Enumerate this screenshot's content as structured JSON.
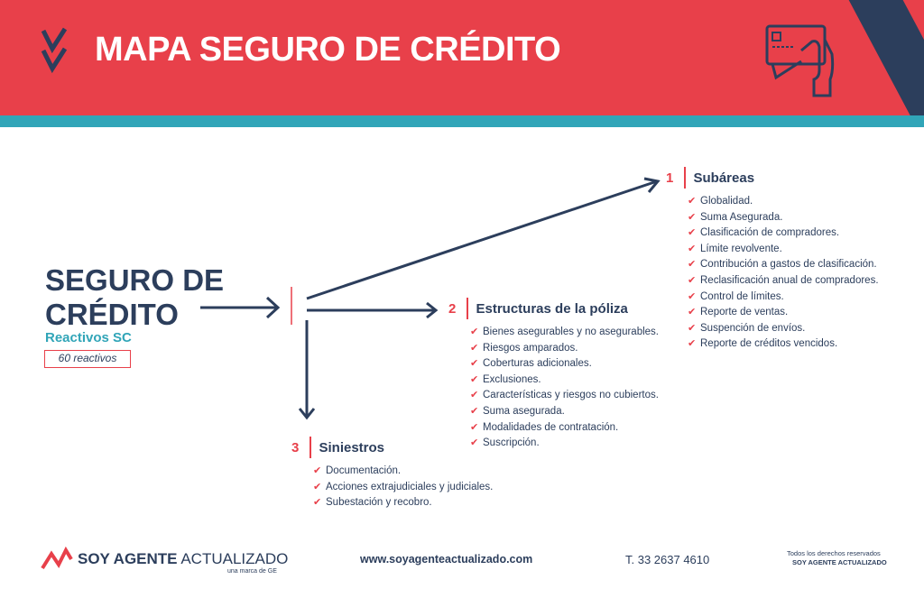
{
  "header": {
    "title": "MAPA SEGURO DE CRÉDITO"
  },
  "main": {
    "title_line1": "SEGURO DE",
    "title_line2": "CRÉDITO",
    "subtitle": "Reactivos  SC",
    "badge": "60 reactivos"
  },
  "sections": [
    {
      "number": "1",
      "title": "Subáreas",
      "items": [
        "Globalidad.",
        "Suma Asegurada.",
        "Clasificación de compradores.",
        "Límite revolvente.",
        "Contribución a gastos de clasificación.",
        "Reclasificación anual de compradores.",
        "Control de límites.",
        "Reporte de ventas.",
        "Suspención de envíos.",
        "Reporte de créditos vencidos."
      ]
    },
    {
      "number": "2",
      "title": "Estructuras de la póliza",
      "items": [
        "Bienes asegurables y no asegurables.",
        "Riesgos amparados.",
        "Coberturas adicionales.",
        "Exclusiones.",
        "Características y riesgos no cubiertos.",
        "Suma asegurada.",
        "Modalidades de contratación.",
        "Suscripción."
      ]
    },
    {
      "number": "3",
      "title": "Siniestros",
      "items": [
        "Documentación.",
        "Acciones extrajudiciales y judiciales.",
        "Subestación y recobro."
      ]
    }
  ],
  "footer": {
    "brand_bold": "SOY AGENTE",
    "brand_light": "ACTUALIZADO",
    "brand_sub": "una marca de GE",
    "website": "www.soyagenteactualizado.com",
    "phone": "T. 33 2637 4610",
    "rights": "Todos los derechos reservados",
    "rights_brand": "SOY AGENTE ACTUALIZADO"
  },
  "colors": {
    "red": "#e8404a",
    "navy": "#2c3e5c",
    "teal": "#31a5b8"
  }
}
